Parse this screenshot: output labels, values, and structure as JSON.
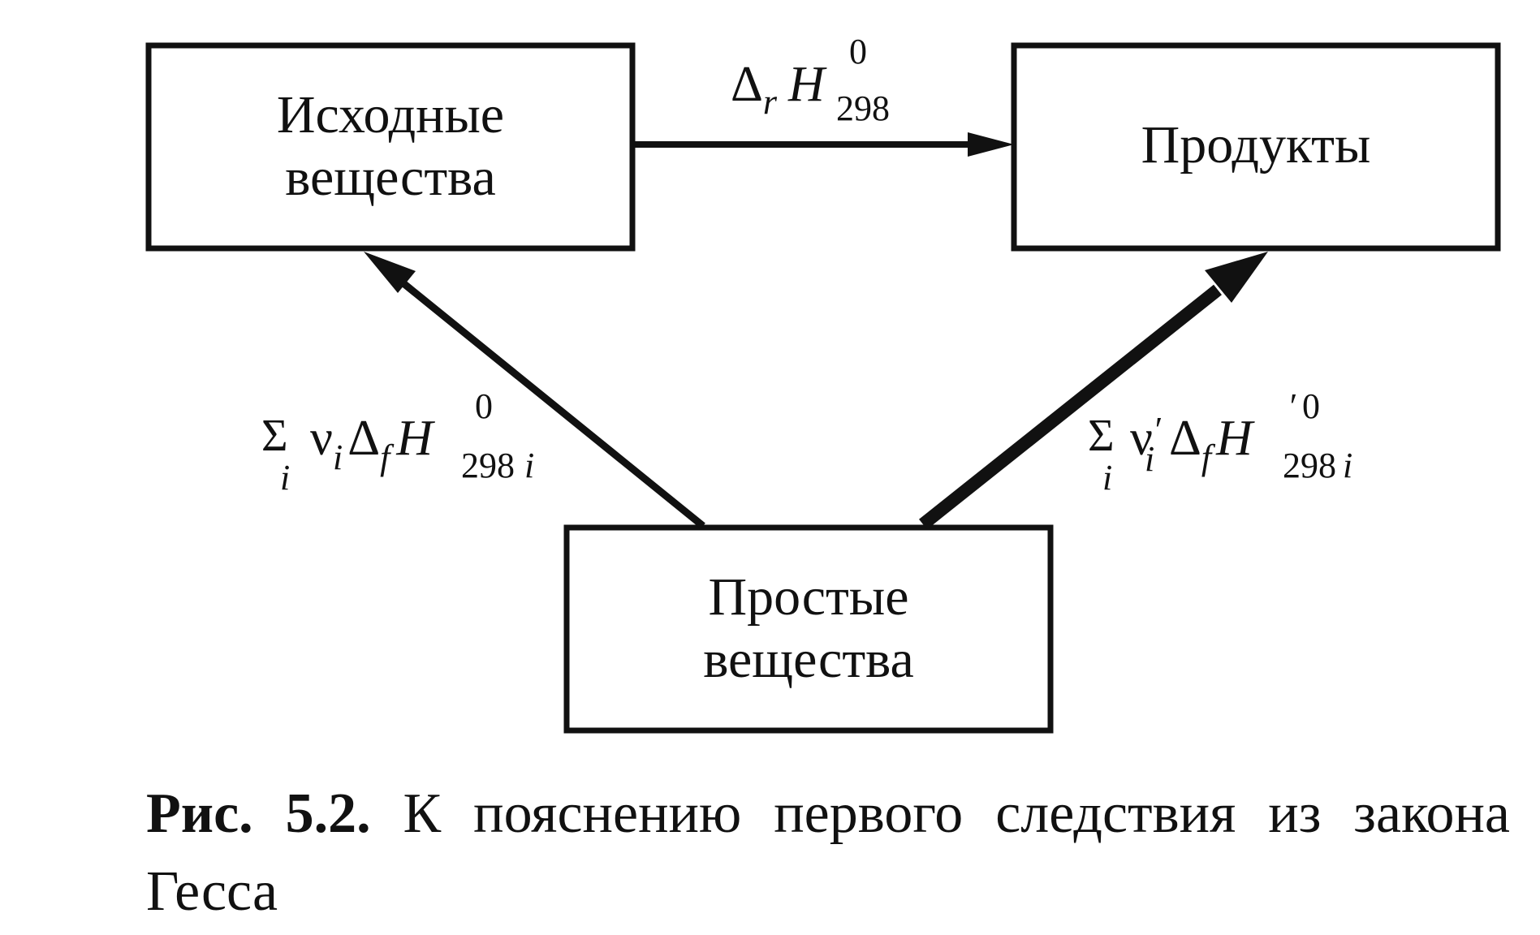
{
  "diagram": {
    "nodes": {
      "reactants": {
        "lines": [
          "Исходные",
          "вещества"
        ]
      },
      "products": {
        "lines": [
          "Продукты"
        ]
      },
      "simple": {
        "lines": [
          "Простые",
          "вещества"
        ]
      }
    },
    "edges": {
      "reaction": {
        "from": "reactants",
        "to": "products",
        "label": {
          "delta": "Δ",
          "delta_sub": "r",
          "symbol": "H",
          "sup": "0",
          "sub": "298"
        }
      },
      "formation_reactants": {
        "from": "simple",
        "to": "reactants",
        "label": {
          "sum": "Σ",
          "sum_sub": "i",
          "nu": "ν",
          "nu_sub": "i",
          "delta": "Δ",
          "delta_sub": "f",
          "symbol": "H",
          "sup": "0",
          "sub": "298",
          "sub_i": "i"
        }
      },
      "formation_products": {
        "from": "simple",
        "to": "products",
        "label": {
          "sum": "Σ",
          "sum_sub": "i",
          "nu": "ν",
          "nu_prime": "′",
          "nu_sub": "i",
          "delta": "Δ",
          "delta_sub": "f",
          "symbol": "H",
          "prime": "′",
          "sup": "0",
          "sub": "298",
          "sub_i": "i"
        }
      }
    }
  },
  "caption": {
    "label": "Рис. 5.2.",
    "text": "К пояснению первого следствия из закона Гесса"
  }
}
